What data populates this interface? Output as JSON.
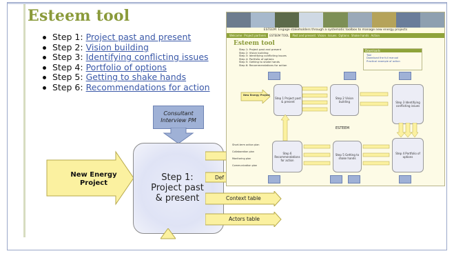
{
  "title": "Esteem tool",
  "steps": [
    {
      "prefix": "Step 1: ",
      "link": "Project past and present"
    },
    {
      "prefix": "Step 2: ",
      "link": "Vision building"
    },
    {
      "prefix": "Step 3: ",
      "link": "Identifying conflicting issues"
    },
    {
      "prefix": "Step 4: ",
      "link": "Portfolio of options"
    },
    {
      "prefix": "Step 5: ",
      "link": "Getting to shake hands"
    },
    {
      "prefix": "Step 6: ",
      "link": "Recommendations for action"
    }
  ],
  "diagram": {
    "consultant_line1": "Consultant",
    "consultant_line2": "Interview PM",
    "new_energy_line1": "New Energy",
    "new_energy_line2": "Project",
    "step_line1": "Step 1:",
    "step_line2": "Project past",
    "step_line3": "& present",
    "outputs": [
      "",
      "Def",
      "Context table",
      "Actors table"
    ]
  },
  "screenshot": {
    "tagline": "ESTEEM: Engage stakeholders through a systematic toolbox to manage new energy projects",
    "nav": [
      "Welcome",
      "Project partners",
      "ESTEEM TOOL",
      "Past and present",
      "Vision",
      "Issues",
      "Options",
      "Shake hands",
      "Action"
    ],
    "title": "Esteem tool",
    "steps": [
      "Step 1: Project past and present",
      "Step 2: Vision building",
      "Step 3: Identifying conflicting issues",
      "Step 4: Portfolio of options",
      "Step 5: Getting to shake hands",
      "Step 6: Recommendations for action"
    ],
    "downloads_heading": "Downloads",
    "downloads": [
      "Tool",
      "Download the full manual",
      "Practical example of action"
    ],
    "nodes": {
      "step1": "Step 1 Project past & present",
      "step2": "Step 2 Vision building",
      "step3": "Step 3 Identifying conflicting issues",
      "step4": "Step 4 Portfolio of options",
      "step5": "Step 5 Getting to shake hands",
      "step6": "Step 6 Recommendations for action",
      "nep": "New Energy Project"
    },
    "center_label": "ESTEEM",
    "left_outputs": [
      "Short-term action plan",
      "Collaboration plan",
      "Monitoring plan",
      "Communication plan"
    ]
  }
}
